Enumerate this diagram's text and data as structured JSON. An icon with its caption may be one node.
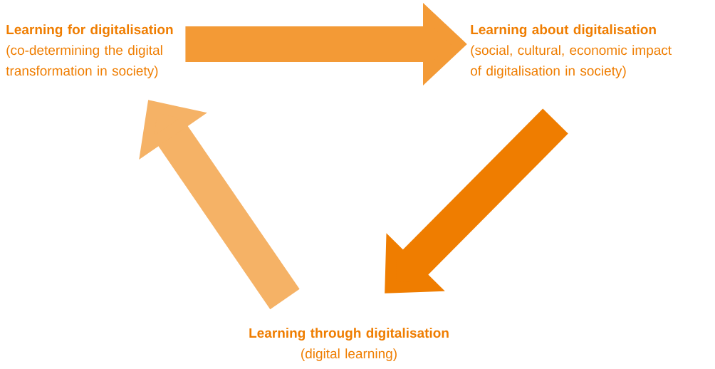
{
  "diagram": {
    "nodes": [
      {
        "text": [
          "Learning for digitalisation",
          "(co-determining the digital transformation in society)"
        ]
      },
      {
        "text": [
          "Learning about digitalisation",
          "(social, cultural, economic impact of digitalisation in society)"
        ]
      },
      {
        "text": [
          "Learning through digitalisation",
          "(digital learning)"
        ]
      }
    ],
    "edges": [
      {
        "from": 0,
        "to": 1,
        "arrow": "to",
        "color": "#f39a36"
      },
      {
        "from": 1,
        "to": 2,
        "arrow": "to",
        "color": "#ef7d00"
      },
      {
        "from": 2,
        "to": 0,
        "arrow": "to",
        "color": "#f5b266"
      }
    ]
  }
}
